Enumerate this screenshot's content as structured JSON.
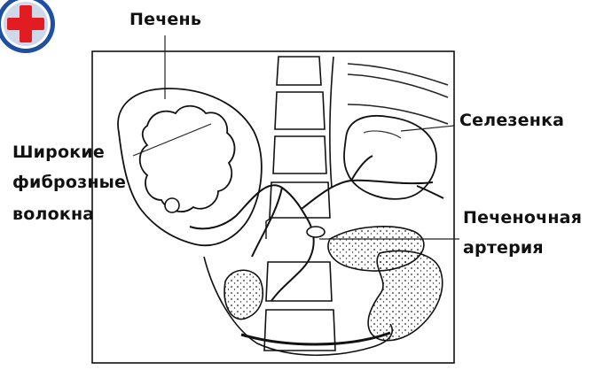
{
  "labels": {
    "liver": "Печень",
    "spleen": "Селезенка",
    "fibers_line1": "Широкие",
    "fibers_line2": "фиброзные",
    "fibers_line3": "волокна",
    "artery_line1": "Печеночная",
    "artery_line2": "артерия"
  },
  "logo": {
    "icon": "medical-cross-icon",
    "accent": "#e11d22",
    "ring": "#1f4fa0"
  },
  "colors": {
    "ink": "#111111",
    "background": "#ffffff"
  }
}
